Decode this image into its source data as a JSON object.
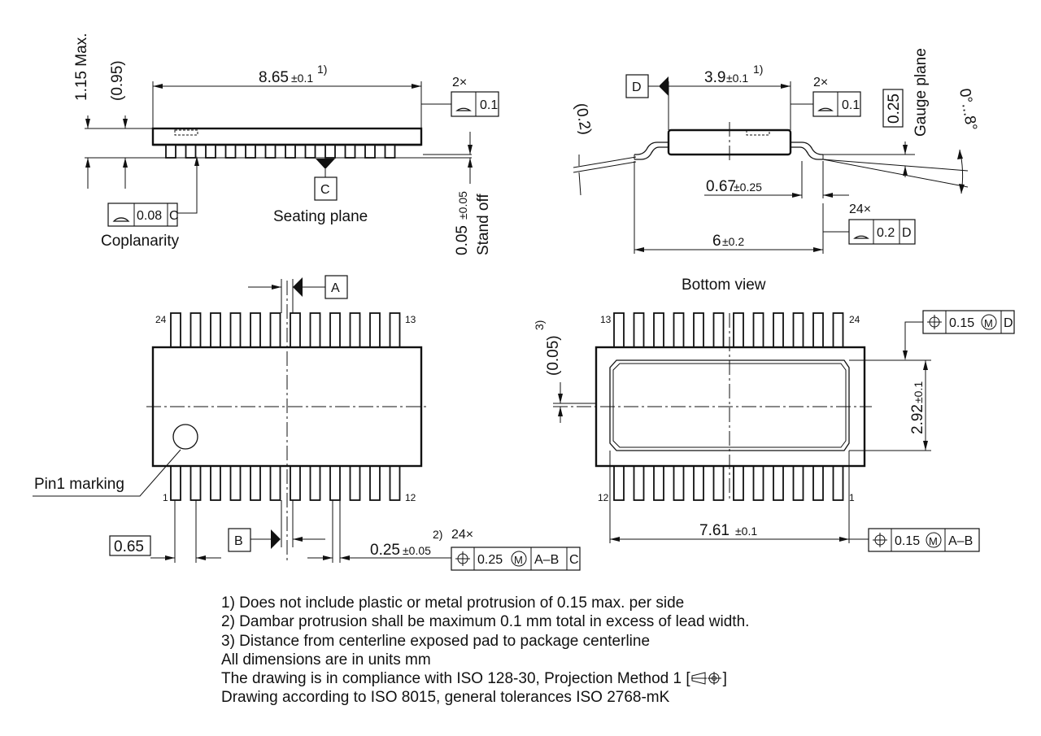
{
  "dimensions": {
    "max_height": "1.15 Max.",
    "body_height_ref": "(0.95)",
    "body_length": "8.65",
    "body_length_tol": "±0.1",
    "body_length_note": "1)",
    "body_width": "3.9",
    "body_width_tol": "±0.1",
    "body_width_note": "1)",
    "lead_thickness_ref": "(0.2)",
    "gauge_plane_value": "0.25",
    "lead_angle": "0°...8°",
    "foot_length": "0.67",
    "foot_length_tol": "±0.25",
    "overall_width": "6",
    "overall_width_tol": "±0.2",
    "standoff": "0.05",
    "standoff_tol": "±0.05",
    "pitch": "0.65",
    "lead_width": "0.25",
    "lead_width_tol": "±0.05",
    "lead_width_note": "2)",
    "pad_offset_ref": "(0.05)",
    "pad_offset_note": "3)",
    "pad_width": "2.92",
    "pad_width_tol": "±0.1",
    "pad_length": "7.61",
    "pad_length_tol": "±0.1"
  },
  "labels": {
    "coplanarity": "Coplanarity",
    "seating_plane": "Seating plane",
    "stand_off": "Stand off",
    "gauge_plane": "Gauge plane",
    "bottom_view": "Bottom view",
    "pin1_marking": "Pin1 marking"
  },
  "datums": {
    "a": "A",
    "b": "B",
    "c": "C",
    "d": "D"
  },
  "tolerance_frames": {
    "length_profile": {
      "count": "2×",
      "value": "0.1"
    },
    "width_profile": {
      "count": "2×",
      "value": "0.1"
    },
    "coplanarity": {
      "value": "0.08",
      "datum": "C"
    },
    "lead_profile": {
      "count": "24×",
      "value": "0.2",
      "datum": "D"
    },
    "lead_position": {
      "count": "24×",
      "value": "0.25",
      "modifier": "M",
      "datums": "A–B",
      "datum2": "C"
    },
    "pad_position_d": {
      "value": "0.15",
      "modifier": "M",
      "datum": "D"
    },
    "pad_position_ab": {
      "value": "0.15",
      "modifier": "M",
      "datums": "A–B"
    }
  },
  "pin_numbers": {
    "top_left_top": "24",
    "top_right_top": "13",
    "top_left_bottom": "1",
    "top_right_bottom": "12",
    "bottom_left_top": "13",
    "bottom_right_top": "24",
    "bottom_left_bottom": "12",
    "bottom_right_bottom": "1"
  },
  "notes": [
    "1) Does not include plastic or metal protrusion of 0.15 max. per side",
    "2) Dambar protrusion shall be maximum 0.1 mm total in excess of lead width.",
    "3) Distance from centerline exposed pad to package centerline",
    "All dimensions are in units mm",
    "The drawing is in compliance with ISO 128-30, Projection Method 1 [",
    "Drawing according to ISO 8015, general tolerances ISO 2768-mK"
  ],
  "notes_suffix": "]"
}
